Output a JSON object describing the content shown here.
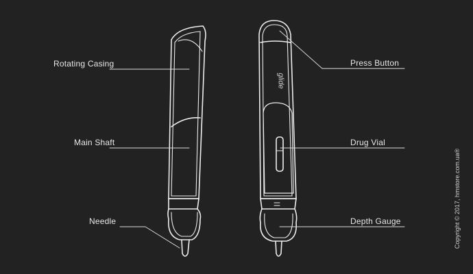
{
  "labels": {
    "left": [
      "Rotating Casing",
      "Main Shaft",
      "Needle"
    ],
    "right": [
      "Press Button",
      "Drug Vial",
      "Depth Gauge"
    ]
  },
  "logo_text": "glide",
  "copyright": "Copyright © 2017, hmstore.com.ua®",
  "colors": {
    "background": "#222222",
    "line": "#eeeeee"
  }
}
